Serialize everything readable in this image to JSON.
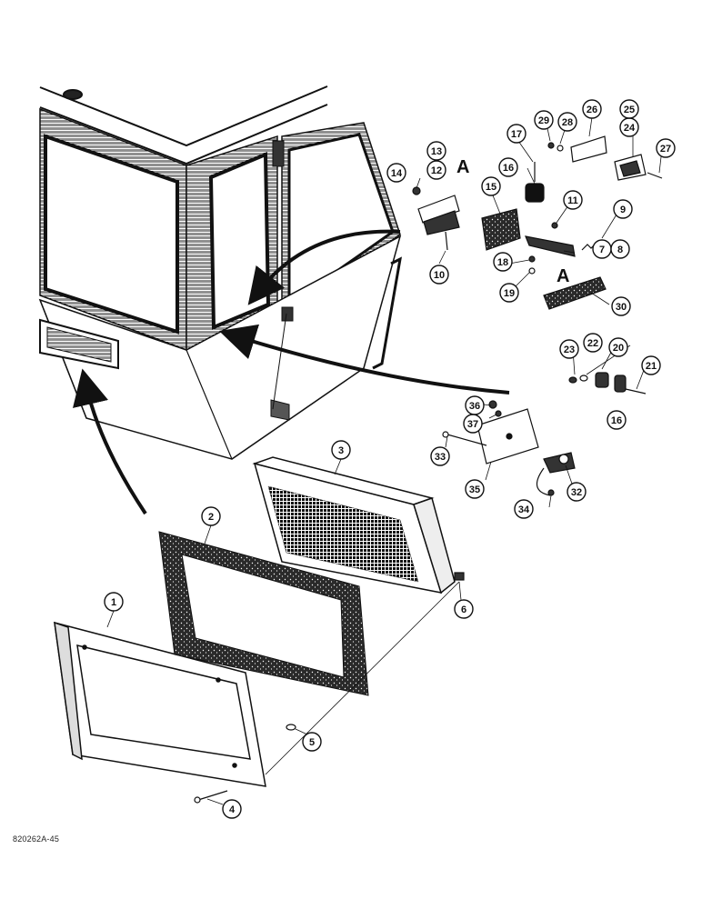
{
  "figure": {
    "reference_code": "820262A-45",
    "section_markers": [
      "A",
      "A"
    ]
  },
  "callouts": [
    "1",
    "2",
    "3",
    "4",
    "5",
    "6",
    "7",
    "8",
    "9",
    "10",
    "11",
    "12",
    "13",
    "14",
    "15",
    "16",
    "16",
    "17",
    "18",
    "19",
    "20",
    "21",
    "22",
    "23",
    "24",
    "25",
    "26",
    "27",
    "28",
    "29",
    "30",
    "32",
    "33",
    "34",
    "35",
    "36",
    "37"
  ]
}
